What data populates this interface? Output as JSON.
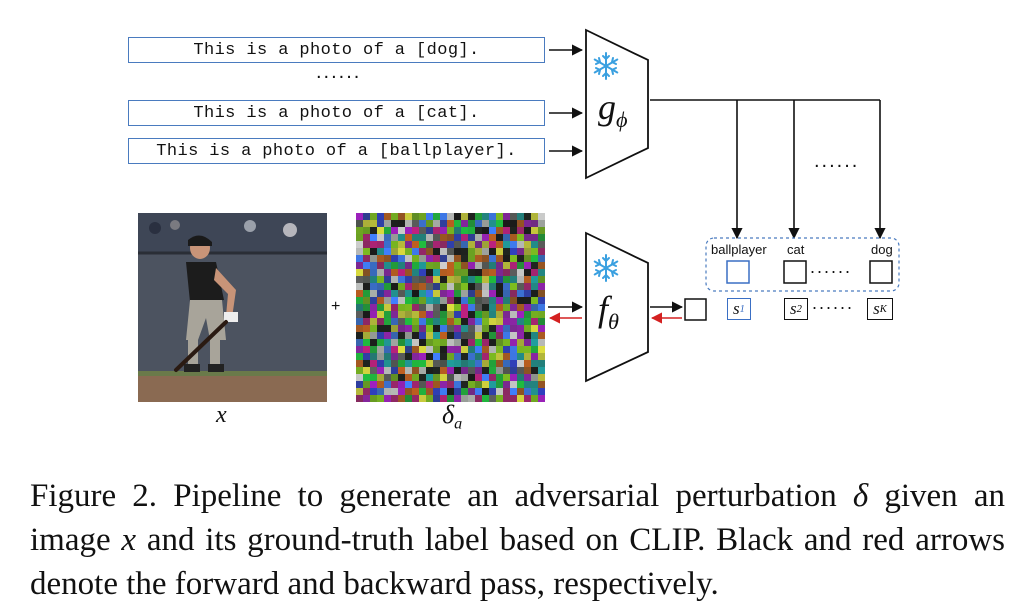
{
  "prompts": [
    "This is a photo of a [dog].",
    "This is a photo of a [cat].",
    "This is a photo of a [ballplayer]."
  ],
  "ellipsis": "......",
  "text_encoder": {
    "symbol": "g",
    "subscript": "ϕ"
  },
  "image_encoder": {
    "symbol": "f",
    "subscript": "θ"
  },
  "plus_sign": "+",
  "image_label": "x",
  "perturbation_label": {
    "symbol": "δ",
    "subscript": "a"
  },
  "class_labels": [
    "ballplayer",
    "cat",
    "dog"
  ],
  "scores": [
    {
      "symbol": "s",
      "subscript": "1"
    },
    {
      "symbol": "s",
      "subscript": "2"
    },
    {
      "symbol": "s",
      "subscript": "K"
    }
  ],
  "colors": {
    "prompt_border": "#4a7bbf",
    "frozen_icon": "#3aa0e0",
    "forward_arrow": "#111111",
    "backward_arrow": "#d42020",
    "highlight_score": "#3a6fc4"
  },
  "icons": [
    "snowflake-icon",
    "snowflake-icon"
  ],
  "caption": {
    "part1": "Figure 2. Pipeline to generate an adversarial perturbation ",
    "delta": "δ",
    "part2": " given an image ",
    "x": "x",
    "part3": " and its ground-truth label based on CLIP. Black and red arrows denote the forward and backward pass, respectively."
  }
}
